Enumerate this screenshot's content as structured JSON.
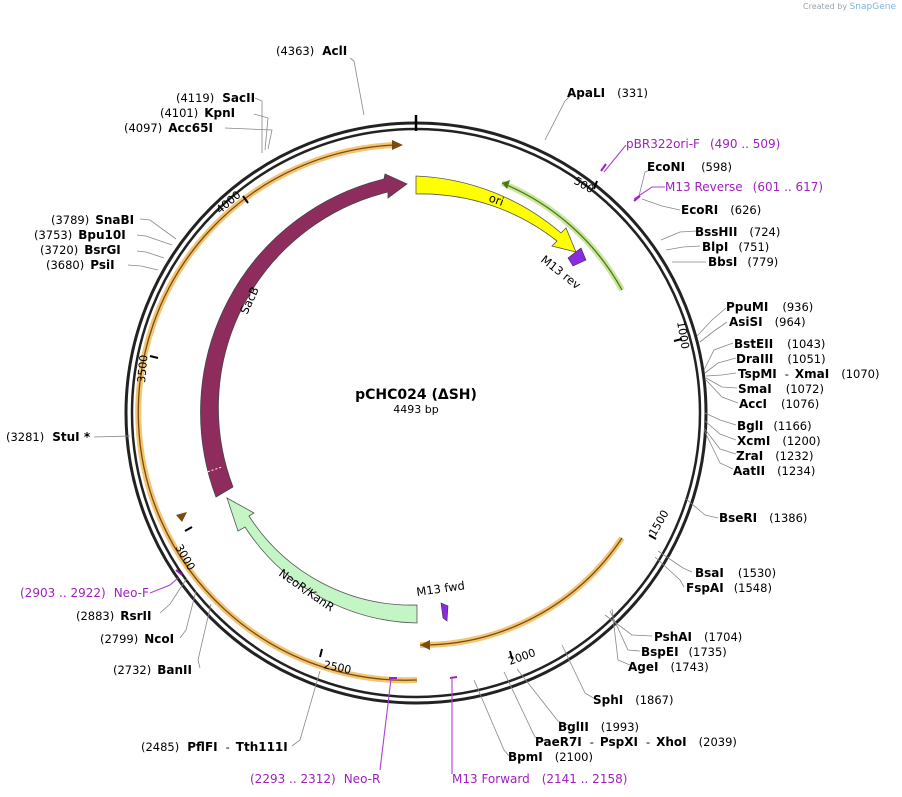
{
  "watermark": {
    "created_by": "Created by",
    "brand": "SnapGene"
  },
  "plasmid": {
    "name": "pCHC024 (ΔSH)",
    "length": 4493,
    "length_label": "4493 bp"
  },
  "colors": {
    "sacb": "#8e2c5e",
    "ori": "#ffff00",
    "neokanr": "#c4f5c4",
    "primer": "#a020c0",
    "orf": "#f0a830",
    "orf_green": "#7ab830",
    "backbone": "#222222"
  },
  "ticks": [
    "500",
    "1000",
    "1500",
    "2000",
    "2500",
    "3000",
    "3500",
    "4000"
  ],
  "features": [
    {
      "id": "sacb",
      "label": "SacB"
    },
    {
      "id": "ori",
      "label": "ori"
    },
    {
      "id": "neokanr",
      "label": "NeoR/KanR"
    },
    {
      "id": "m13rev",
      "label": "M13 rev"
    },
    {
      "id": "m13fwd",
      "label": "M13 fwd"
    }
  ],
  "sites": [
    {
      "name": "AclI",
      "pos": "(4363)"
    },
    {
      "name": "ApaLI",
      "pos": "(331)"
    },
    {
      "name": "SacII",
      "pos": "(4119)"
    },
    {
      "name": "KpnI",
      "pos": "(4101)"
    },
    {
      "name": "Acc65I",
      "pos": "(4097)"
    },
    {
      "name": "EcoNI",
      "pos": "(598)"
    },
    {
      "name": "EcoRI",
      "pos": "(626)"
    },
    {
      "name": "BssHII",
      "pos": "(724)"
    },
    {
      "name": "BlpI",
      "pos": "(751)"
    },
    {
      "name": "BbsI",
      "pos": "(779)"
    },
    {
      "name": "SnaBI",
      "pos": "(3789)"
    },
    {
      "name": "Bpu10I",
      "pos": "(3753)"
    },
    {
      "name": "BsrGI",
      "pos": "(3720)"
    },
    {
      "name": "PsiI",
      "pos": "(3680)"
    },
    {
      "name": "PpuMI",
      "pos": "(936)"
    },
    {
      "name": "AsiSI",
      "pos": "(964)"
    },
    {
      "name": "BstEII",
      "pos": "(1043)"
    },
    {
      "name": "DraIII",
      "pos": "(1051)"
    },
    {
      "name": "TspMI",
      "pos": "-",
      "extra": "XmaI",
      "extra_pos": "(1070)"
    },
    {
      "name": "SmaI",
      "pos": "(1072)"
    },
    {
      "name": "AccI",
      "pos": "(1076)"
    },
    {
      "name": "BglI",
      "pos": "(1166)"
    },
    {
      "name": "XcmI",
      "pos": "(1200)"
    },
    {
      "name": "ZraI",
      "pos": "(1232)"
    },
    {
      "name": "AatII",
      "pos": "(1234)"
    },
    {
      "name": "StuI *",
      "pos": "(3281)"
    },
    {
      "name": "BseRI",
      "pos": "(1386)"
    },
    {
      "name": "BsaI",
      "pos": "(1530)"
    },
    {
      "name": "FspAI",
      "pos": "(1548)"
    },
    {
      "name": "RsrII",
      "pos": "(2883)"
    },
    {
      "name": "NcoI",
      "pos": "(2799)"
    },
    {
      "name": "BanII",
      "pos": "(2732)"
    },
    {
      "name": "PshAI",
      "pos": "(1704)"
    },
    {
      "name": "BspEI",
      "pos": "(1735)"
    },
    {
      "name": "AgeI",
      "pos": "(1743)"
    },
    {
      "name": "SphI",
      "pos": "(1867)"
    },
    {
      "name": "BglII",
      "pos": "(1993)"
    },
    {
      "name": "PaeR7I",
      "pos": "-",
      "extra": "PspXI",
      "extra2": "XhoI",
      "extra_pos": "(2039)"
    },
    {
      "name": "BpmI",
      "pos": "(2100)"
    },
    {
      "name": "PflFI",
      "pos": "-",
      "extra": "Tth111I",
      "extra_pos": "(2485)"
    }
  ],
  "primers": [
    {
      "name": "pBR322ori-F",
      "range": "(490 .. 509)"
    },
    {
      "name": "M13 Reverse",
      "range": "(601 .. 617)"
    },
    {
      "name": "Neo-F",
      "range": "(2903 .. 2922)"
    },
    {
      "name": "Neo-R",
      "range": "(2293 .. 2312)"
    },
    {
      "name": "M13 Forward",
      "range": "(2141 .. 2158)"
    }
  ]
}
